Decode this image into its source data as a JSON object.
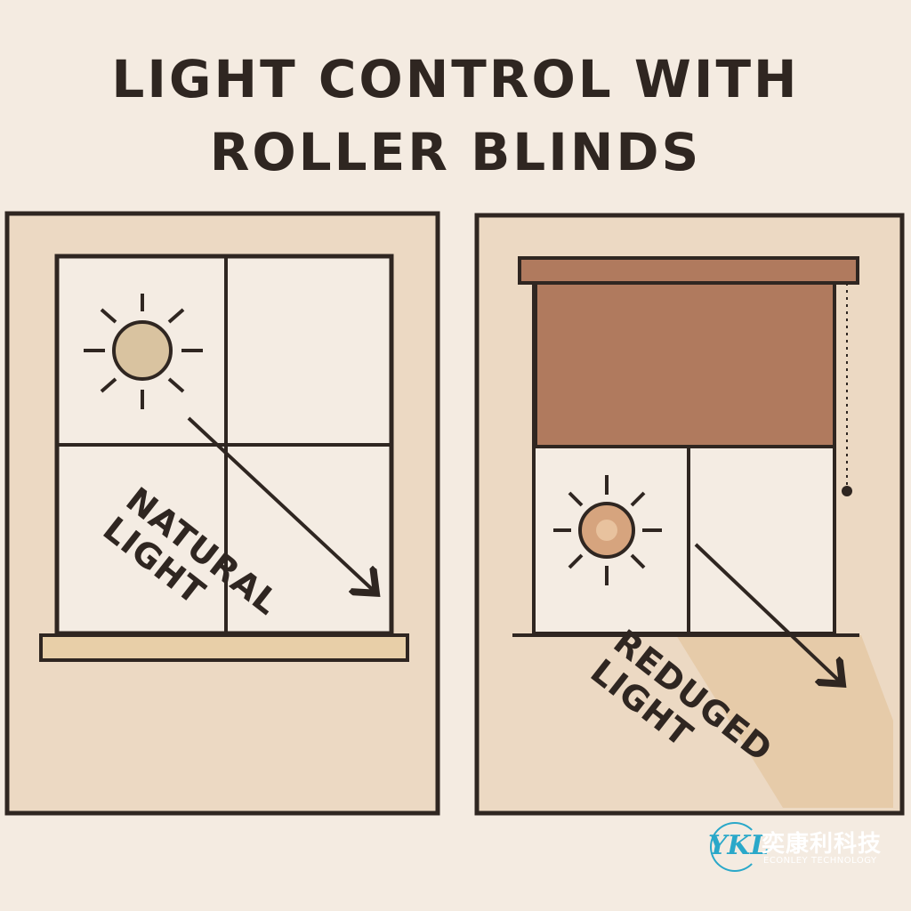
{
  "title": {
    "line1": "LIGHT CONTROL WITH",
    "line2": "ROLLER BLINDS"
  },
  "left_panel": {
    "label_line1": "NATURAL",
    "label_line2": "LIGHT",
    "icons": [
      "sun-icon",
      "arrow-icon"
    ]
  },
  "right_panel": {
    "label_line1": "REDUGED",
    "label_line2": "LIGHT",
    "icons": [
      "sun-icon",
      "arrow-icon",
      "pull-chain-icon"
    ]
  },
  "logo": {
    "mark": "YKL",
    "name_cn": "奕康利科技",
    "name_en": "ECONLEY TECHNOLOGY"
  },
  "colors": {
    "background": "#f4ebe1",
    "panel": "#ecd9c3",
    "outline": "#2f2621",
    "blind": "#b07a5e",
    "sun_left": "#d9c3a0",
    "sun_right": "#d6a47e",
    "glass": "#f4ece3",
    "sill": "#e8cfa8",
    "logo_accent": "#2aa8c9"
  }
}
